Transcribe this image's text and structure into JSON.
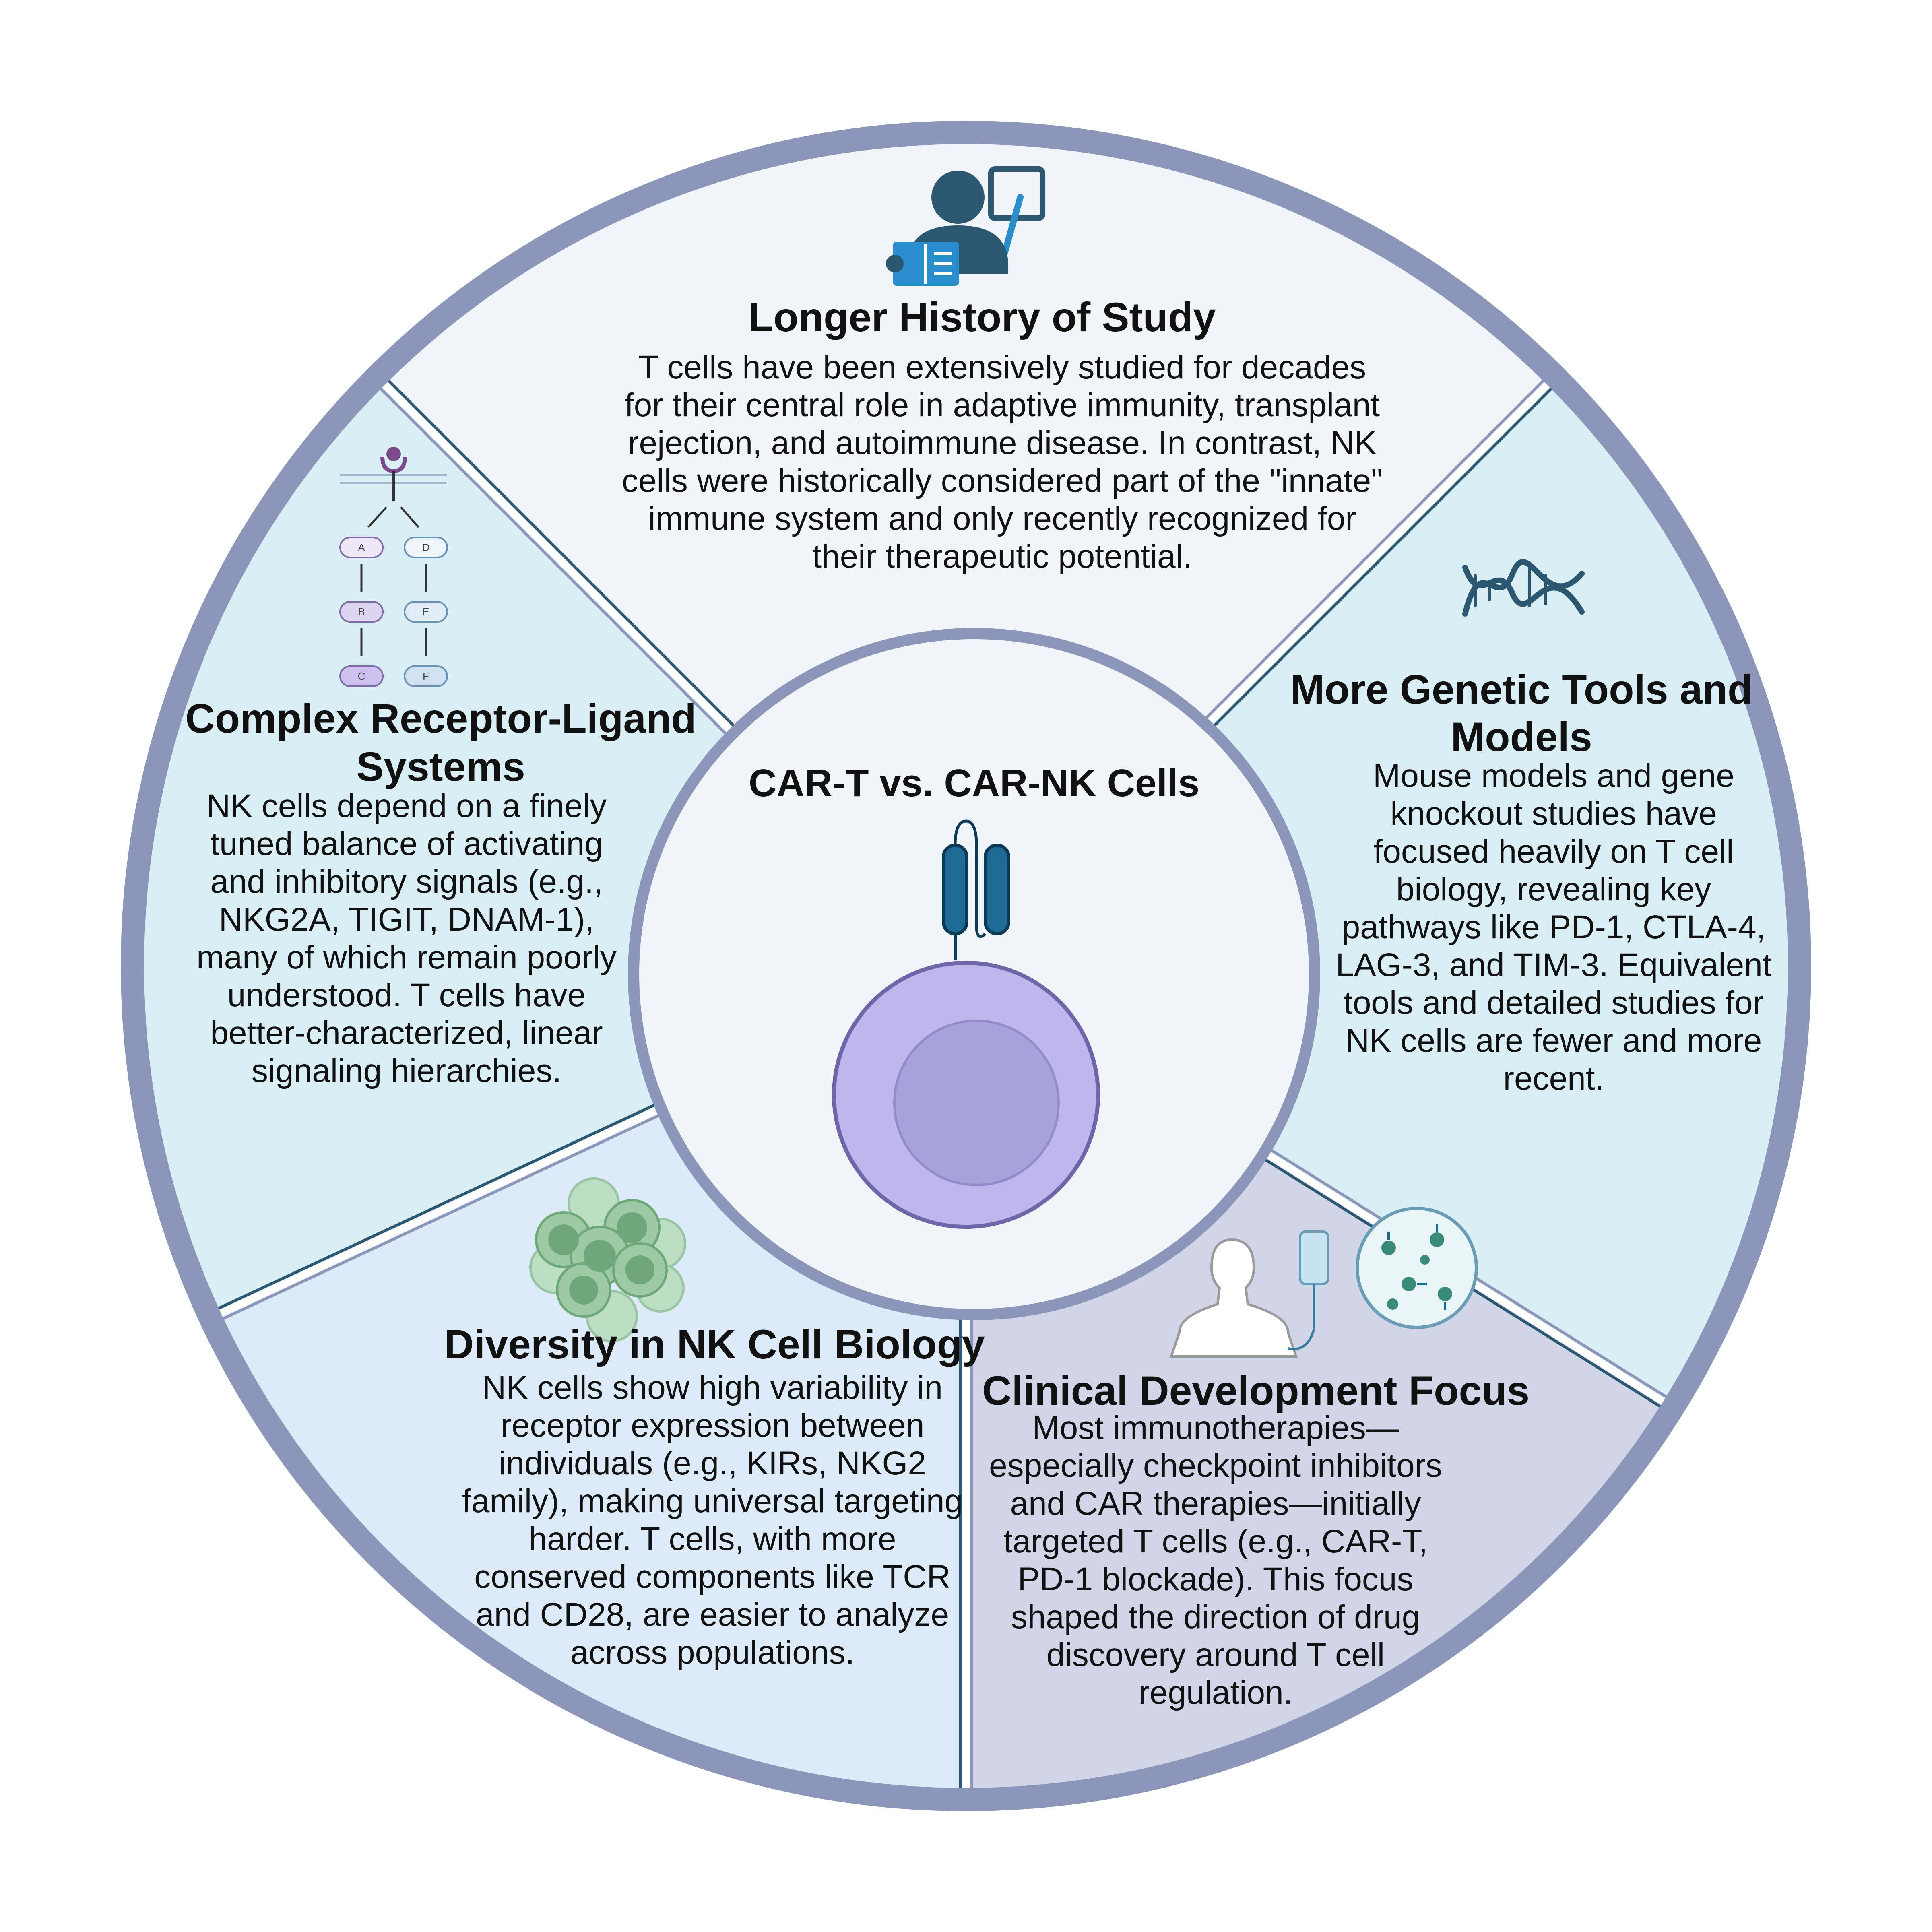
{
  "center": {
    "title": "CAR-T vs. CAR-NK Cells"
  },
  "segments": {
    "history": {
      "title": "Longer History of Study",
      "body": [
        "T cells have been extensively studied for decades",
        "for their central role in adaptive immunity, transplant",
        "rejection, and autoimmune disease. In contrast, NK",
        "cells were historically considered part of the \"innate\"",
        "immune system and only recently recognized for",
        "their therapeutic potential."
      ],
      "icon": "teacher-icon"
    },
    "genetic": {
      "title": [
        "More Genetic Tools and",
        "Models"
      ],
      "body": [
        "Mouse models and gene",
        "knockout studies have",
        "focused heavily on T cell",
        "biology, revealing key",
        "pathways like PD-1, CTLA-4,",
        "LAG-3, and TIM-3. Equivalent",
        "tools and detailed studies for",
        "NK cells are fewer and more",
        "recent."
      ],
      "icon": "dna-icon"
    },
    "clinical": {
      "title": "Clinical Development Focus",
      "body": [
        "Most immunotherapies—",
        "especially checkpoint inhibitors",
        "and CAR therapies—initially",
        "targeted T cells (e.g., CAR-T,",
        "PD-1 blockade). This focus",
        "shaped the direction of drug",
        "discovery around T cell",
        "regulation."
      ],
      "icon": "patient-infusion-icon"
    },
    "diversity": {
      "title": "Diversity in NK Cell Biology",
      "body": [
        "NK cells show high variability in",
        "receptor expression between",
        "individuals (e.g., KIRs, NKG2",
        "family), making universal targeting",
        "harder. T cells, with more",
        "conserved components like TCR",
        "and CD28, are easier to analyze",
        "across populations."
      ],
      "icon": "cell-cluster-icon"
    },
    "receptor": {
      "title": [
        "Complex Receptor-Ligand",
        "Systems"
      ],
      "body": [
        "NK cells depend on a finely",
        "tuned balance of activating",
        "and inhibitory signals (e.g.,",
        "NKG2A, TIGIT, DNAM-1),",
        "many of which remain poorly",
        "understood. T cells have",
        "better-characterized, linear",
        "signaling hierarchies."
      ],
      "icon": "signaling-pathway-icon",
      "flow_letters": [
        "A",
        "B",
        "C",
        "D",
        "E",
        "F"
      ]
    }
  },
  "colors": {
    "ring": "#8b96b8",
    "history_fill": "#f1f5fa",
    "genetic_fill": "#d9eef5",
    "clinical_fill": "#d0d5e8",
    "diversity_fill": "#ddeaf8",
    "receptor_fill": "#d9eef5",
    "center_fill": "#f1f5fa",
    "cell_fill": "#c0b6ee",
    "cell_nucleus": "#a9a2da",
    "car_receptor": "#1e6b96"
  }
}
